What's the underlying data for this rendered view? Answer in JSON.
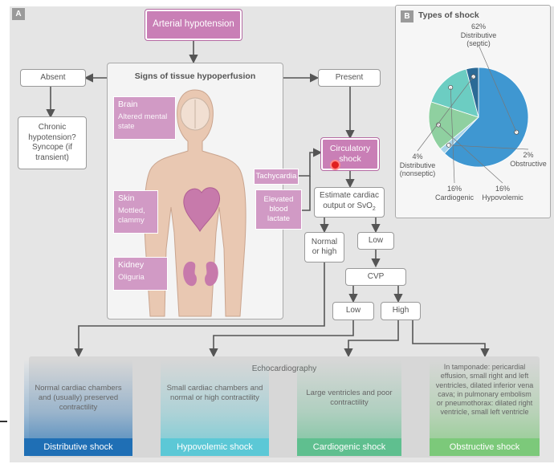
{
  "panel_a": {
    "tag": "A"
  },
  "panel_b": {
    "tag": "B",
    "title": "Types of shock"
  },
  "top": {
    "arterial_hypotension": "Arterial hypotension"
  },
  "signs": {
    "title": "Signs of tissue hypoperfusion",
    "organs": [
      {
        "title": "Brain",
        "desc": "Altered mental state"
      },
      {
        "title": "Skin",
        "desc": "Mottled, clammy"
      },
      {
        "title": "Kidney",
        "desc": "Oliguria"
      }
    ],
    "tachycardia": "Tachycardia",
    "lactate": "Elevated blood lactate"
  },
  "absent": {
    "label": "Absent",
    "result": "Chronic hypotension? Syncope (if transient)"
  },
  "present": {
    "label": "Present"
  },
  "flow": {
    "circulatory_shock": "Circulatory shock",
    "estimate": "Estimate cardiac output or SvO",
    "estimate_sub": "2",
    "normal_or_high": "Normal or high",
    "low": "Low",
    "cvp": "CVP",
    "cvp_low": "Low",
    "cvp_high": "High"
  },
  "echo": {
    "title": "Echocardiography",
    "columns": [
      {
        "text": "Normal cardiac chambers and (usually) preserved contractility",
        "label": "Distributive shock",
        "color": "#1f6fb5"
      },
      {
        "text": "Small cardiac chambers and normal or high contractility",
        "label": "Hypovolemic shock",
        "color": "#5cc8d6"
      },
      {
        "text": "Large ventricles and poor contractility",
        "label": "Cardiogenic shock",
        "color": "#5fbf8f"
      },
      {
        "text": "In tamponade: pericardial effusion, small right and left ventricles, dilated inferior vena cava; in pulmonary embolism or pneumothorax: dilated right ventricle, small left ventricle",
        "label": "Obstructive shock",
        "color": "#7cc97a"
      }
    ]
  },
  "chart_data": {
    "type": "pie",
    "title": "Types of shock",
    "categories": [
      "Distributive (septic)",
      "Obstructive",
      "Hypovolemic",
      "Cardiogenic",
      "Distributive (nonseptic)"
    ],
    "values": [
      62,
      2,
      16,
      16,
      4
    ],
    "labels": [
      "62%",
      "2%",
      "16%",
      "16%",
      "4%"
    ],
    "colors": [
      "#3f97d1",
      "#a7d3ea",
      "#8fd0a0",
      "#6ccdc2",
      "#2b6a96"
    ]
  }
}
